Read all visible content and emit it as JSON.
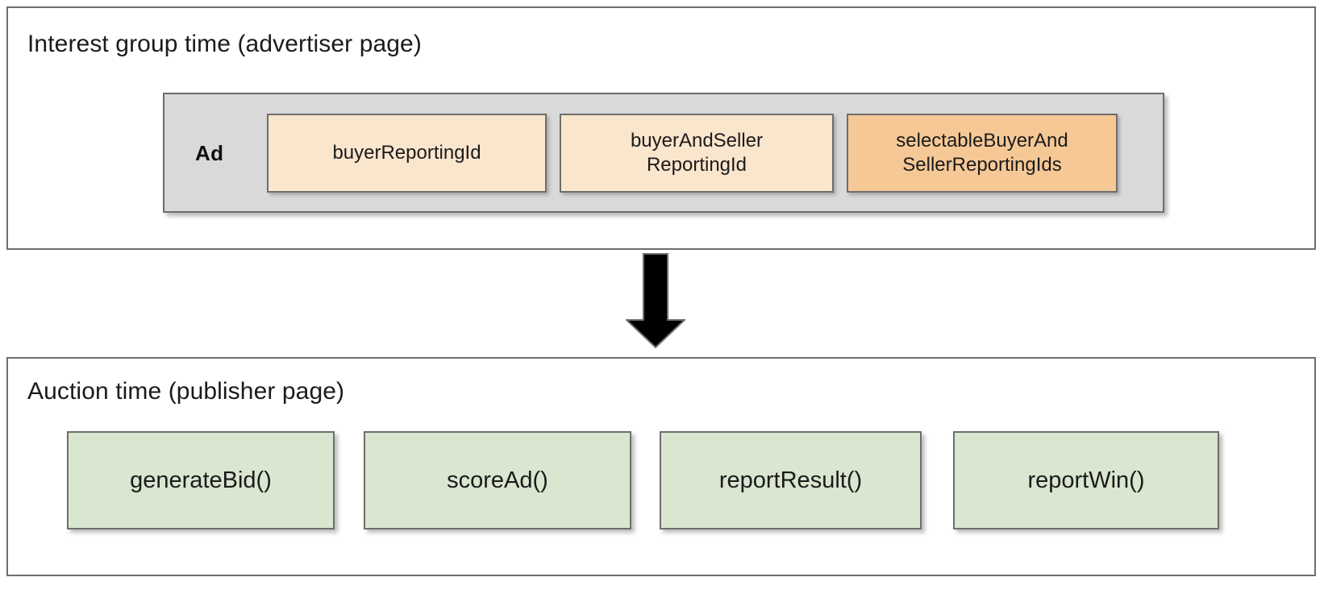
{
  "diagram": {
    "title_visible": false,
    "background": "#ffffff",
    "colors": {
      "panel_border": "#6e6e6e",
      "ad_container_fill": "#d9d9d9",
      "reporting_id_fill": "#fae5cd",
      "selectable_reporting_ids_fill": "#f5c896",
      "function_box_fill": "#d9e6d0",
      "arrow_fill": "#000000",
      "text": "#1b1b1b"
    }
  },
  "advertiser_panel": {
    "title": "Interest group time (advertiser page)",
    "ad_container": {
      "label": "Ad",
      "reporting_ids": [
        {
          "label": "buyerReportingId",
          "fill": "#fae5cd"
        },
        {
          "label": "buyerAndSeller\nReportingId",
          "line1": "buyerAndSeller",
          "line2": "ReportingId",
          "fill": "#fae5cd"
        },
        {
          "label": "selectableBuyerAnd\nSellerReportingIds",
          "line1": "selectableBuyerAnd",
          "line2": "SellerReportingIds",
          "fill": "#f5c896"
        }
      ]
    }
  },
  "flow": {
    "arrow_icon": "arrow-down-icon",
    "direction": "down"
  },
  "auction_panel": {
    "title": "Auction time (publisher page)",
    "functions": [
      {
        "label": "generateBid()"
      },
      {
        "label": "scoreAd()"
      },
      {
        "label": "reportResult()"
      },
      {
        "label": "reportWin()"
      }
    ]
  }
}
